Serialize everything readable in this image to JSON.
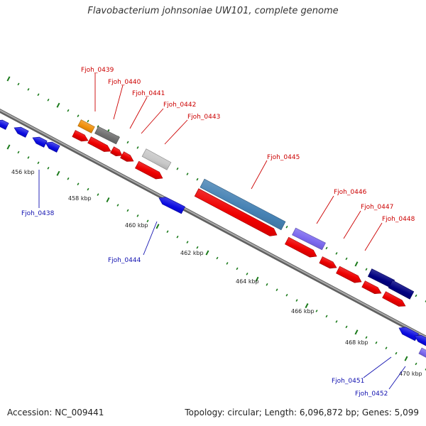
{
  "title": "Flavobacterium johnsoniae UW101, complete genome",
  "footer": {
    "accession": "Accession: NC_009441",
    "summary": "Topology: circular; Length: 6,096,872 bp; Genes: 5,099"
  },
  "colors": {
    "forward_label": "#cc0000",
    "reverse_label": "#1010b0",
    "backbone": "#888888",
    "ticks": "#1a7a1a",
    "forward_gene": "#ee0000",
    "reverse_gene": "#0a0ae0",
    "navy_gene": "#000080",
    "steelblue_gene": "#4682b4",
    "slate_gene": "#7b68ee",
    "gray_gene": "#707070",
    "silver_gene": "#c8c8c8",
    "orange_gene": "#f0900a"
  },
  "scale_labels": [
    "456 kbp",
    "458 kbp",
    "460 kbp",
    "462 kbp",
    "464 kbp",
    "466 kbp",
    "468 kbp",
    "470 kbp"
  ],
  "gene_labels": [
    {
      "text": "Fjoh_0439",
      "strand": "forward"
    },
    {
      "text": "Fjoh_0440",
      "strand": "forward"
    },
    {
      "text": "Fjoh_0441",
      "strand": "forward"
    },
    {
      "text": "Fjoh_0442",
      "strand": "forward"
    },
    {
      "text": "Fjoh_0443",
      "strand": "forward"
    },
    {
      "text": "Fjoh_0445",
      "strand": "forward"
    },
    {
      "text": "Fjoh_0446",
      "strand": "forward"
    },
    {
      "text": "Fjoh_0447",
      "strand": "forward"
    },
    {
      "text": "Fjoh_0448",
      "strand": "forward"
    },
    {
      "text": "Fjoh_0438",
      "strand": "reverse"
    },
    {
      "text": "Fjoh_0444",
      "strand": "reverse"
    },
    {
      "text": "Fjoh_0451",
      "strand": "reverse"
    },
    {
      "text": "Fjoh_0452",
      "strand": "reverse"
    }
  ]
}
